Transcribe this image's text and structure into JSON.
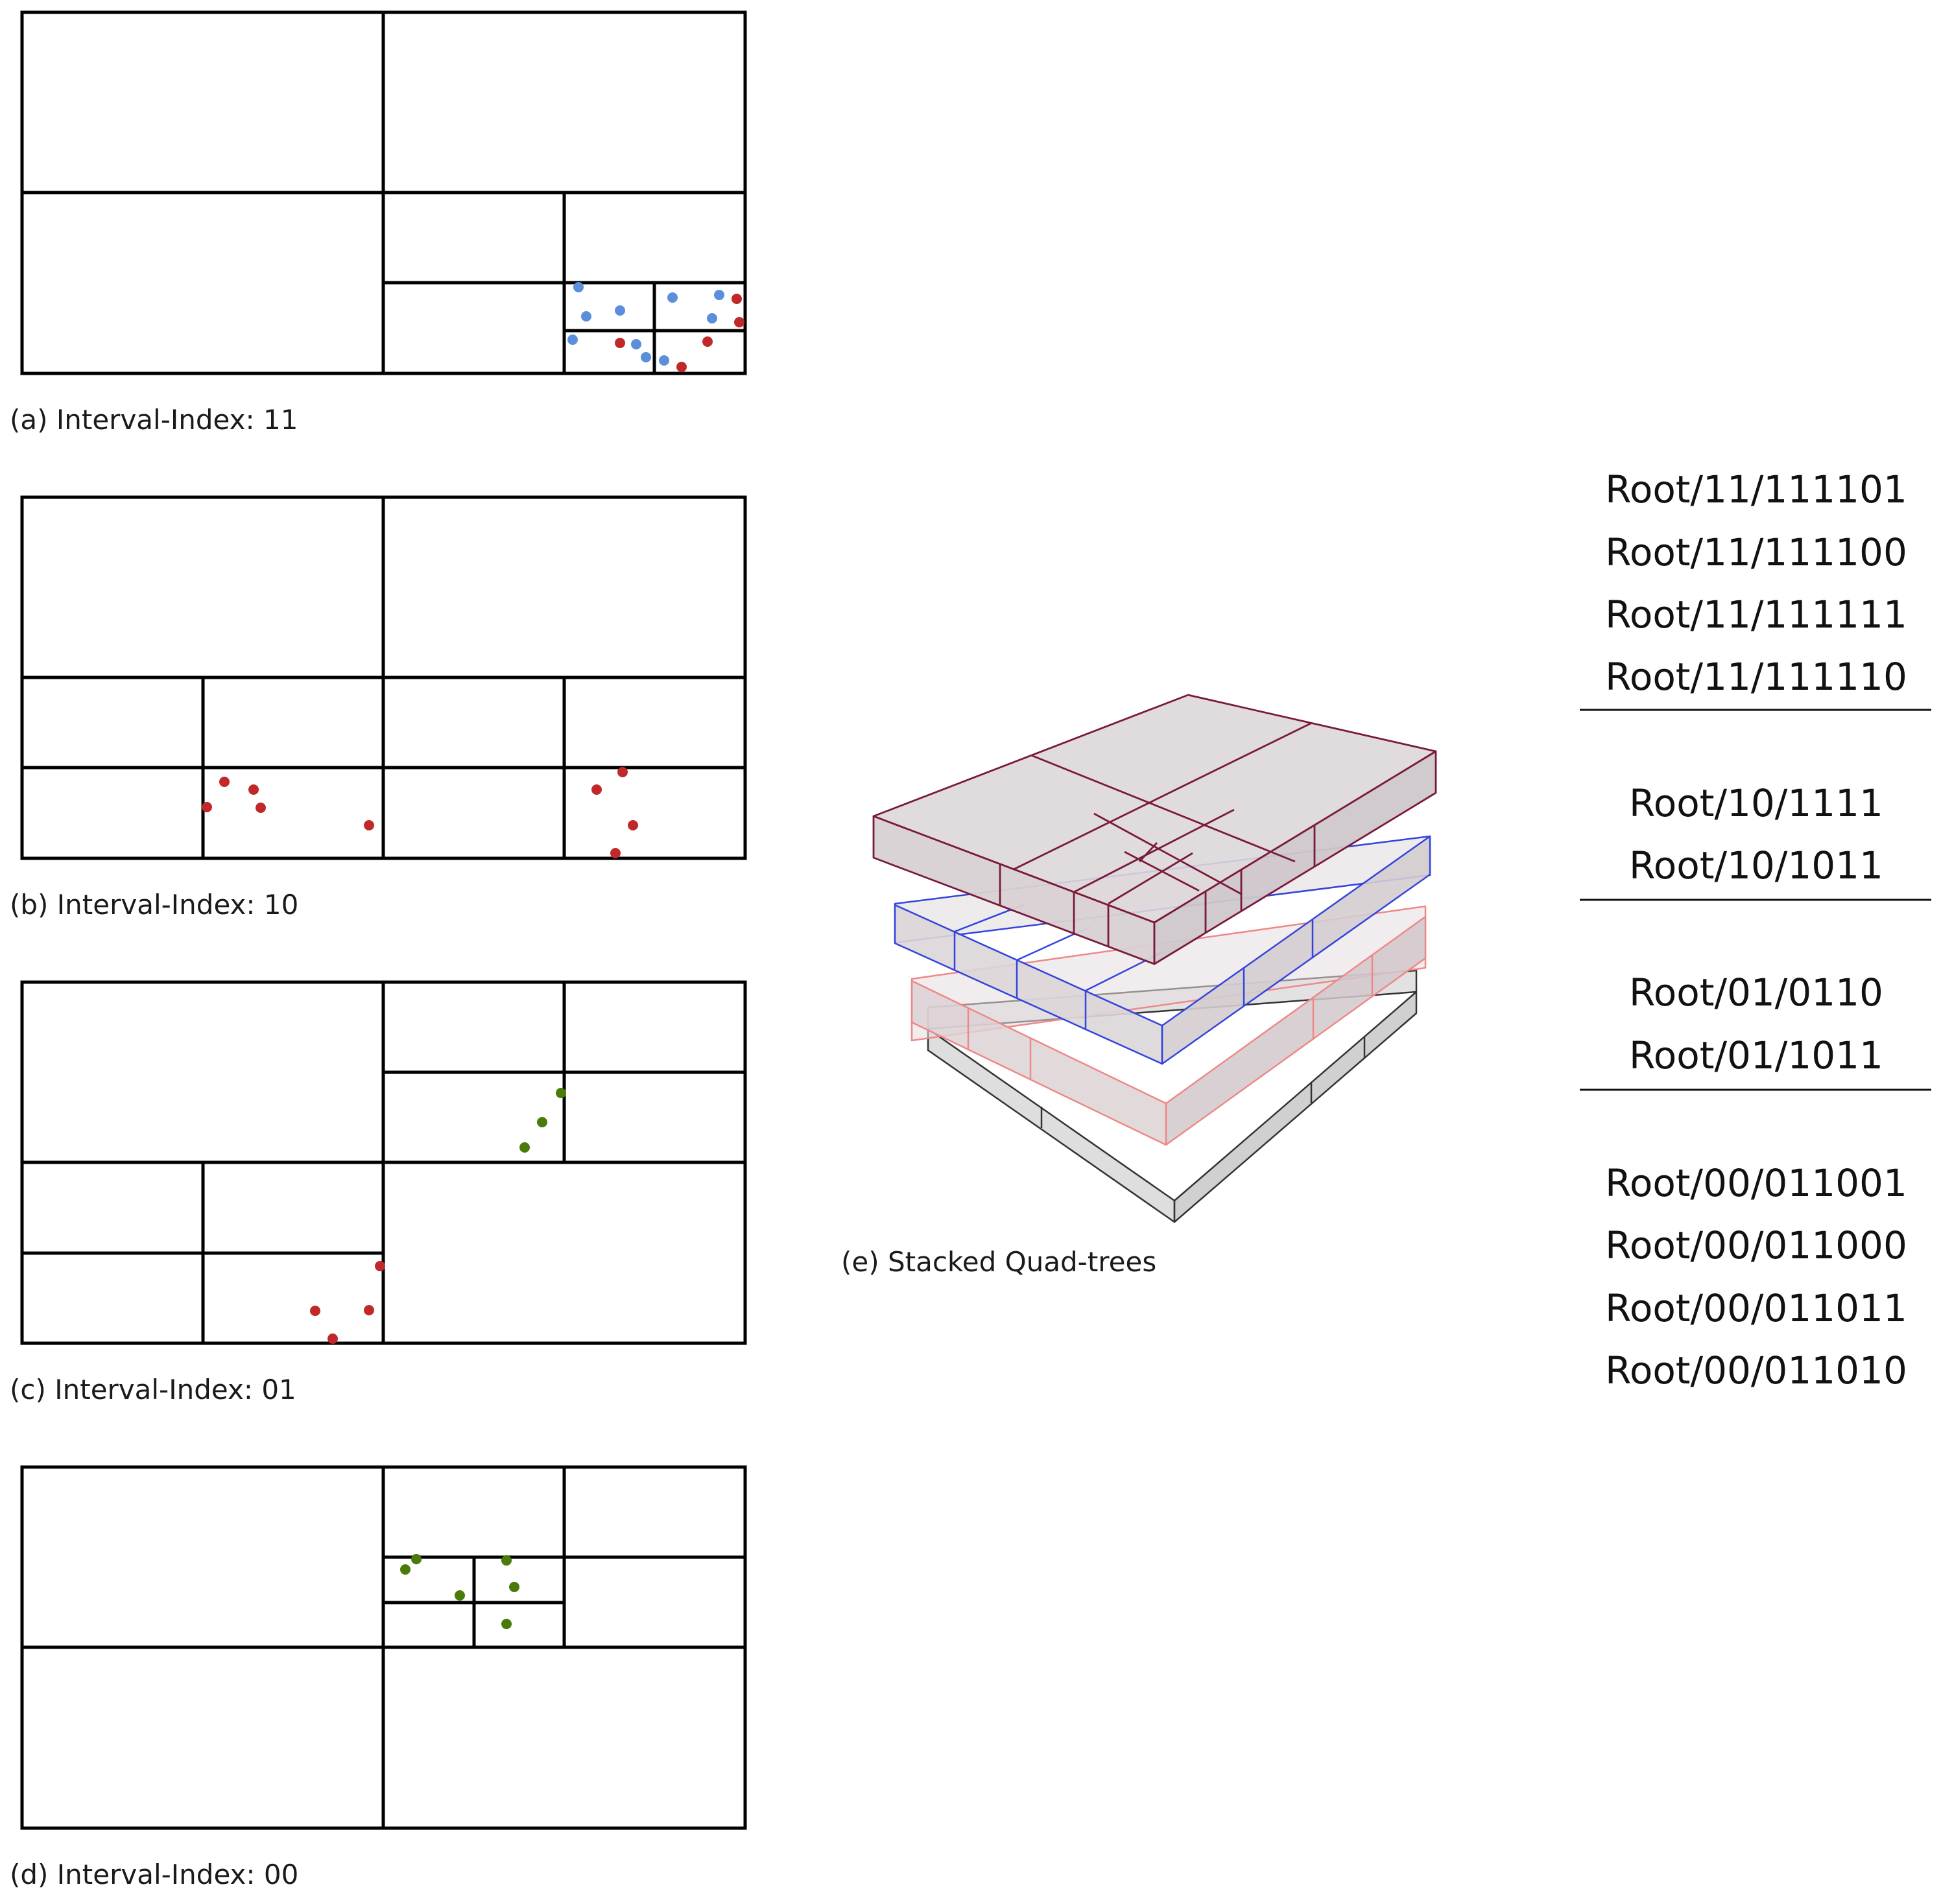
{
  "panels": [
    {
      "id": "a",
      "caption": "(a) Interval-Index: 11"
    },
    {
      "id": "b",
      "caption": "(b) Interval-Index: 10"
    },
    {
      "id": "c",
      "caption": "(c) Interval-Index: 01"
    },
    {
      "id": "d",
      "caption": "(d) Interval-Index: 00"
    }
  ],
  "stack_caption": "(e) Stacked Quad-trees",
  "paths": {
    "group_11": [
      "Root/11/111101",
      "Root/11/111100",
      "Root/11/111111",
      "Root/11/111110"
    ],
    "group_10": [
      "Root/10/1111",
      "Root/10/1011"
    ],
    "group_01": [
      "Root/01/0110",
      "Root/01/1011"
    ],
    "group_00": [
      "Root/00/011001",
      "Root/00/011000",
      "Root/00/011011",
      "Root/00/011010"
    ]
  },
  "colors": {
    "blue_point": "#5b8fdc",
    "red_point": "#c0282a",
    "green_point": "#4a7a0a",
    "layer_top_edge": "#7a1a3a",
    "layer_blue_edge": "#3344dd",
    "layer_pink_edge": "#ee8888",
    "layer_bottom_edge": "#333333",
    "layer_fill": "#d9d4d6"
  }
}
